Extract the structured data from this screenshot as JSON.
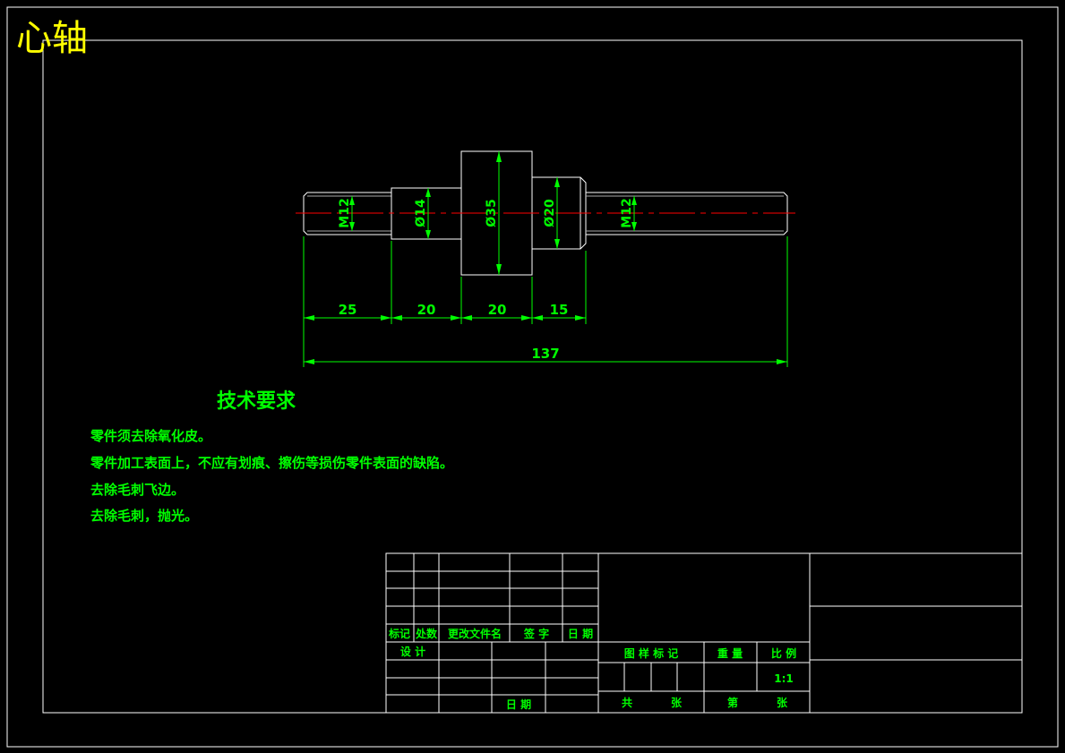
{
  "title": "心轴",
  "tech_requirements": {
    "heading": "技术要求",
    "items": [
      "零件须去除氧化皮。",
      "零件加工表面上，不应有划痕、擦伤等损伤零件表面的缺陷。",
      "去除毛刺飞边。",
      "去除毛刺，抛光。"
    ]
  },
  "dimensions": {
    "diameters": [
      "M12",
      "Ø14",
      "Ø35",
      "Ø20",
      "M12"
    ],
    "lengths": [
      "25",
      "20",
      "20",
      "15"
    ],
    "total": "137"
  },
  "title_block": {
    "mark": "标记",
    "count": "处数",
    "doc_name": "更改文件名",
    "signature": "签  字",
    "date": "日 期",
    "design": "设  计",
    "date2": "日 期",
    "drawing_mark": "图 样 标 记",
    "weight": "重 量",
    "scale_label": "比 例",
    "scale_value": "1:1",
    "total_sheets": "共",
    "sheet_unit": "张",
    "sheet_no": "第",
    "sheet_unit2": "张"
  },
  "colors": {
    "background": "#000000",
    "frame": "#ffffff",
    "annotation": "#00ff00",
    "title": "#ffff00",
    "centerline": "#ff0000"
  }
}
